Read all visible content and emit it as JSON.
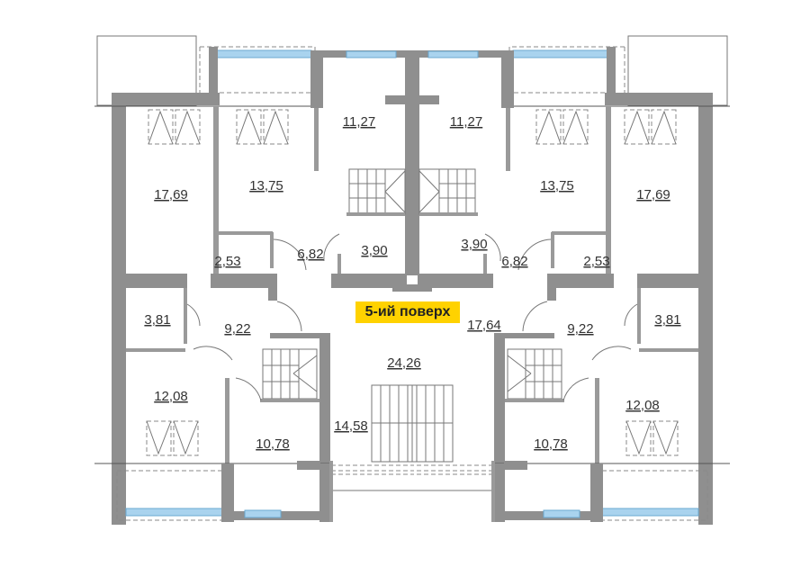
{
  "floor_label": "5-ий поверх",
  "colors": {
    "wall": "#8f8f8f",
    "glazing": "#a9d3ee",
    "badge": "#ffd200"
  },
  "rooms": {
    "left": {
      "room_a": "17,69",
      "room_b": "13,75",
      "room_c": "11,27",
      "room_d": "2,53",
      "room_e": "6,82",
      "room_f": "3,90",
      "room_g": "3,81",
      "room_h": "9,22",
      "room_i": "12,08",
      "room_j": "10,78"
    },
    "right": {
      "room_a": "17,69",
      "room_b": "13,75",
      "room_c": "11,27",
      "room_d": "2,53",
      "room_e": "6,82",
      "room_f": "3,90",
      "room_g": "3,81",
      "room_h": "9,22",
      "room_i": "12,08",
      "room_j": "10,78"
    },
    "common": {
      "hall_upper": "17,64",
      "hall": "24,26",
      "stair": "14,58"
    }
  }
}
